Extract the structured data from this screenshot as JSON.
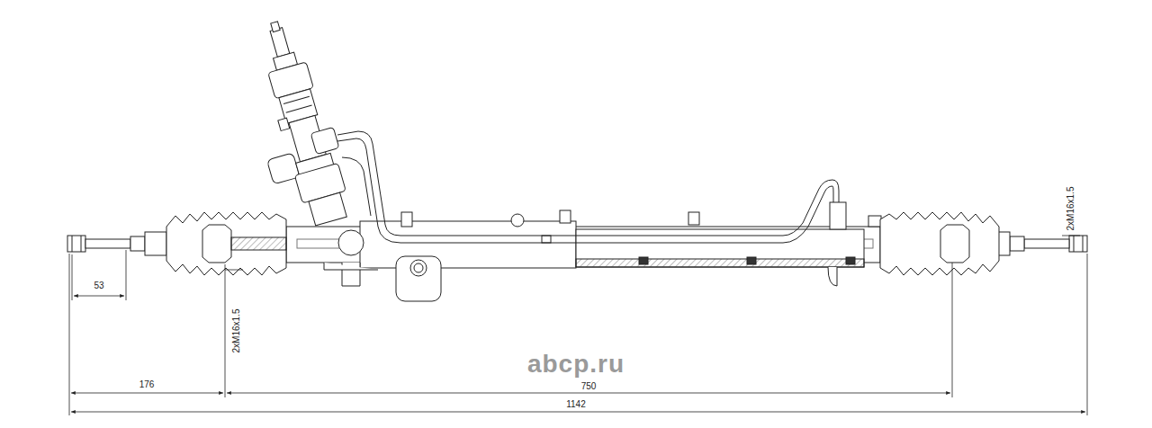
{
  "diagram": {
    "labels": [
      "53",
      "2xM16x1.5",
      "2xM16x1.5",
      "176",
      "750",
      "1142",
      "abcp.ru"
    ]
  }
}
